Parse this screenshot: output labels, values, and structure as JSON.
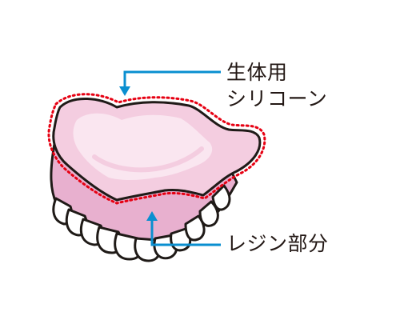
{
  "labels": {
    "silicone_line1": "生体用",
    "silicone_line2": "シリコーン",
    "resin": "レジン部分"
  },
  "colors": {
    "outline": "#1f1a17",
    "gum_resin": "#e8b0cf",
    "silicone_top": "#f4cde0",
    "silicone_highlight": "#fae6f0",
    "dotted_boundary": "#e60012",
    "leader_arrow": "#0a8fd0",
    "teeth": "#ffffff",
    "text": "#231815"
  },
  "icons": {
    "leader_arrow_to_silicone": "arrow-down-icon",
    "leader_arrow_to_resin": "arrow-up-icon"
  }
}
